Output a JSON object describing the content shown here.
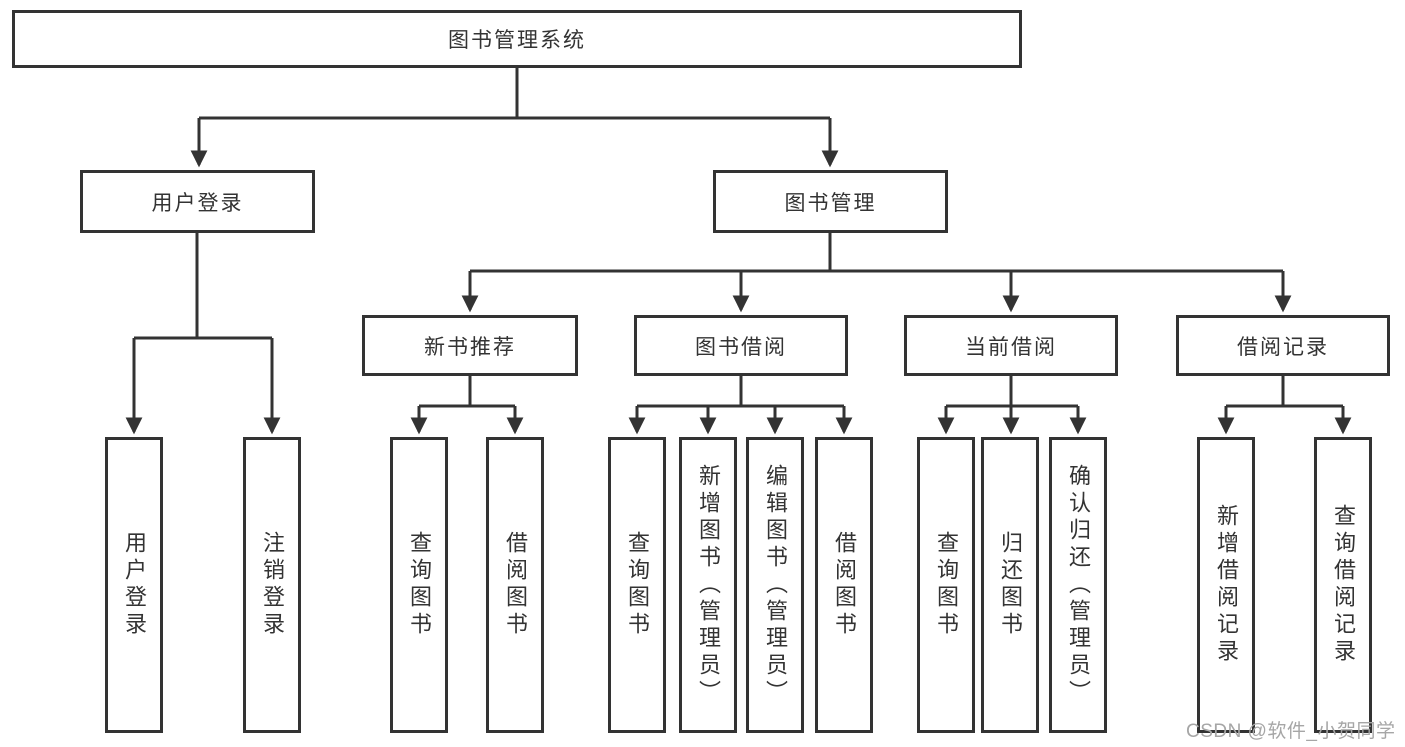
{
  "diagram": {
    "root": {
      "label": "图书管理系统"
    },
    "level1": [
      {
        "label": "用户登录"
      },
      {
        "label": "图书管理"
      }
    ],
    "level2": [
      {
        "label": "新书推荐"
      },
      {
        "label": "图书借阅"
      },
      {
        "label": "当前借阅"
      },
      {
        "label": "借阅记录"
      }
    ],
    "leaves": {
      "user_login": [
        {
          "label": "用户登录"
        },
        {
          "label": "注销登录"
        }
      ],
      "new_book_recommend": [
        {
          "label": "查询图书"
        },
        {
          "label": "借阅图书"
        }
      ],
      "book_borrow": [
        {
          "label": "查询图书"
        },
        {
          "label": "新增图书（管理员）"
        },
        {
          "label": "编辑图书（管理员）"
        },
        {
          "label": "借阅图书"
        }
      ],
      "current_borrow": [
        {
          "label": "查询图书"
        },
        {
          "label": "归还图书"
        },
        {
          "label": "确认归还（管理员）"
        }
      ],
      "borrow_records": [
        {
          "label": "新增借阅记录"
        },
        {
          "label": "查询借阅记录"
        }
      ]
    },
    "line_color": "#333333"
  },
  "watermark": {
    "text": "CSDN @软件_小贺同学"
  }
}
